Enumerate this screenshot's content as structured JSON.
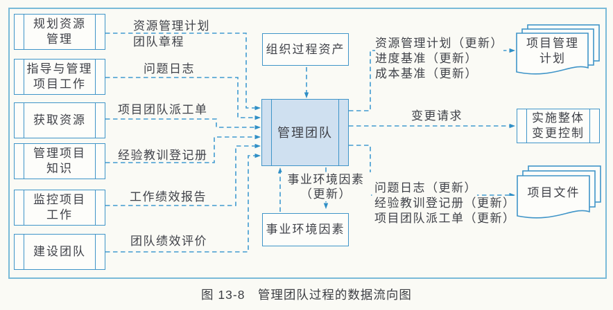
{
  "caption": "图 13-8　管理团队过程的数据流向图",
  "colors": {
    "accent": "#3e94c8",
    "dash_line": "#3f9ad0",
    "center_fill": "#cfe0f0",
    "frame": "#79bad8",
    "text": "#3f4148"
  },
  "inputs": [
    {
      "process": "规划资源\n管理",
      "flow_top": "资源管理计划",
      "flow_bottom": "团队章程"
    },
    {
      "process": "指导与管理\n项目工作",
      "flow": "问题日志"
    },
    {
      "process": "获取资源",
      "flow": "项目团队派工单"
    },
    {
      "process": "管理项目\n知识",
      "flow": "经验教训登记册"
    },
    {
      "process": "监控项目\n工作",
      "flow": "工作绩效报告"
    },
    {
      "process": "建设团队",
      "flow": "团队绩效评价"
    }
  ],
  "center": {
    "main_process": "管理团队",
    "top_input": "组织过程资产",
    "bottom_entity": "事业环境因素",
    "eef_update": "事业环境因素\n（更新）"
  },
  "outputs": {
    "plan_update_lines": [
      "资源管理计划（更新）",
      "进度基准（更新）",
      "成本基准（更新）"
    ],
    "plan_target": "项目管理\n计划",
    "change_request": "变更请求",
    "change_target": "实施整体\n变更控制",
    "doc_update_lines": [
      "问题日志（更新）",
      "经验教训登记册（更新）",
      "项目团队派工单（更新）"
    ],
    "doc_target": "项目文件"
  }
}
